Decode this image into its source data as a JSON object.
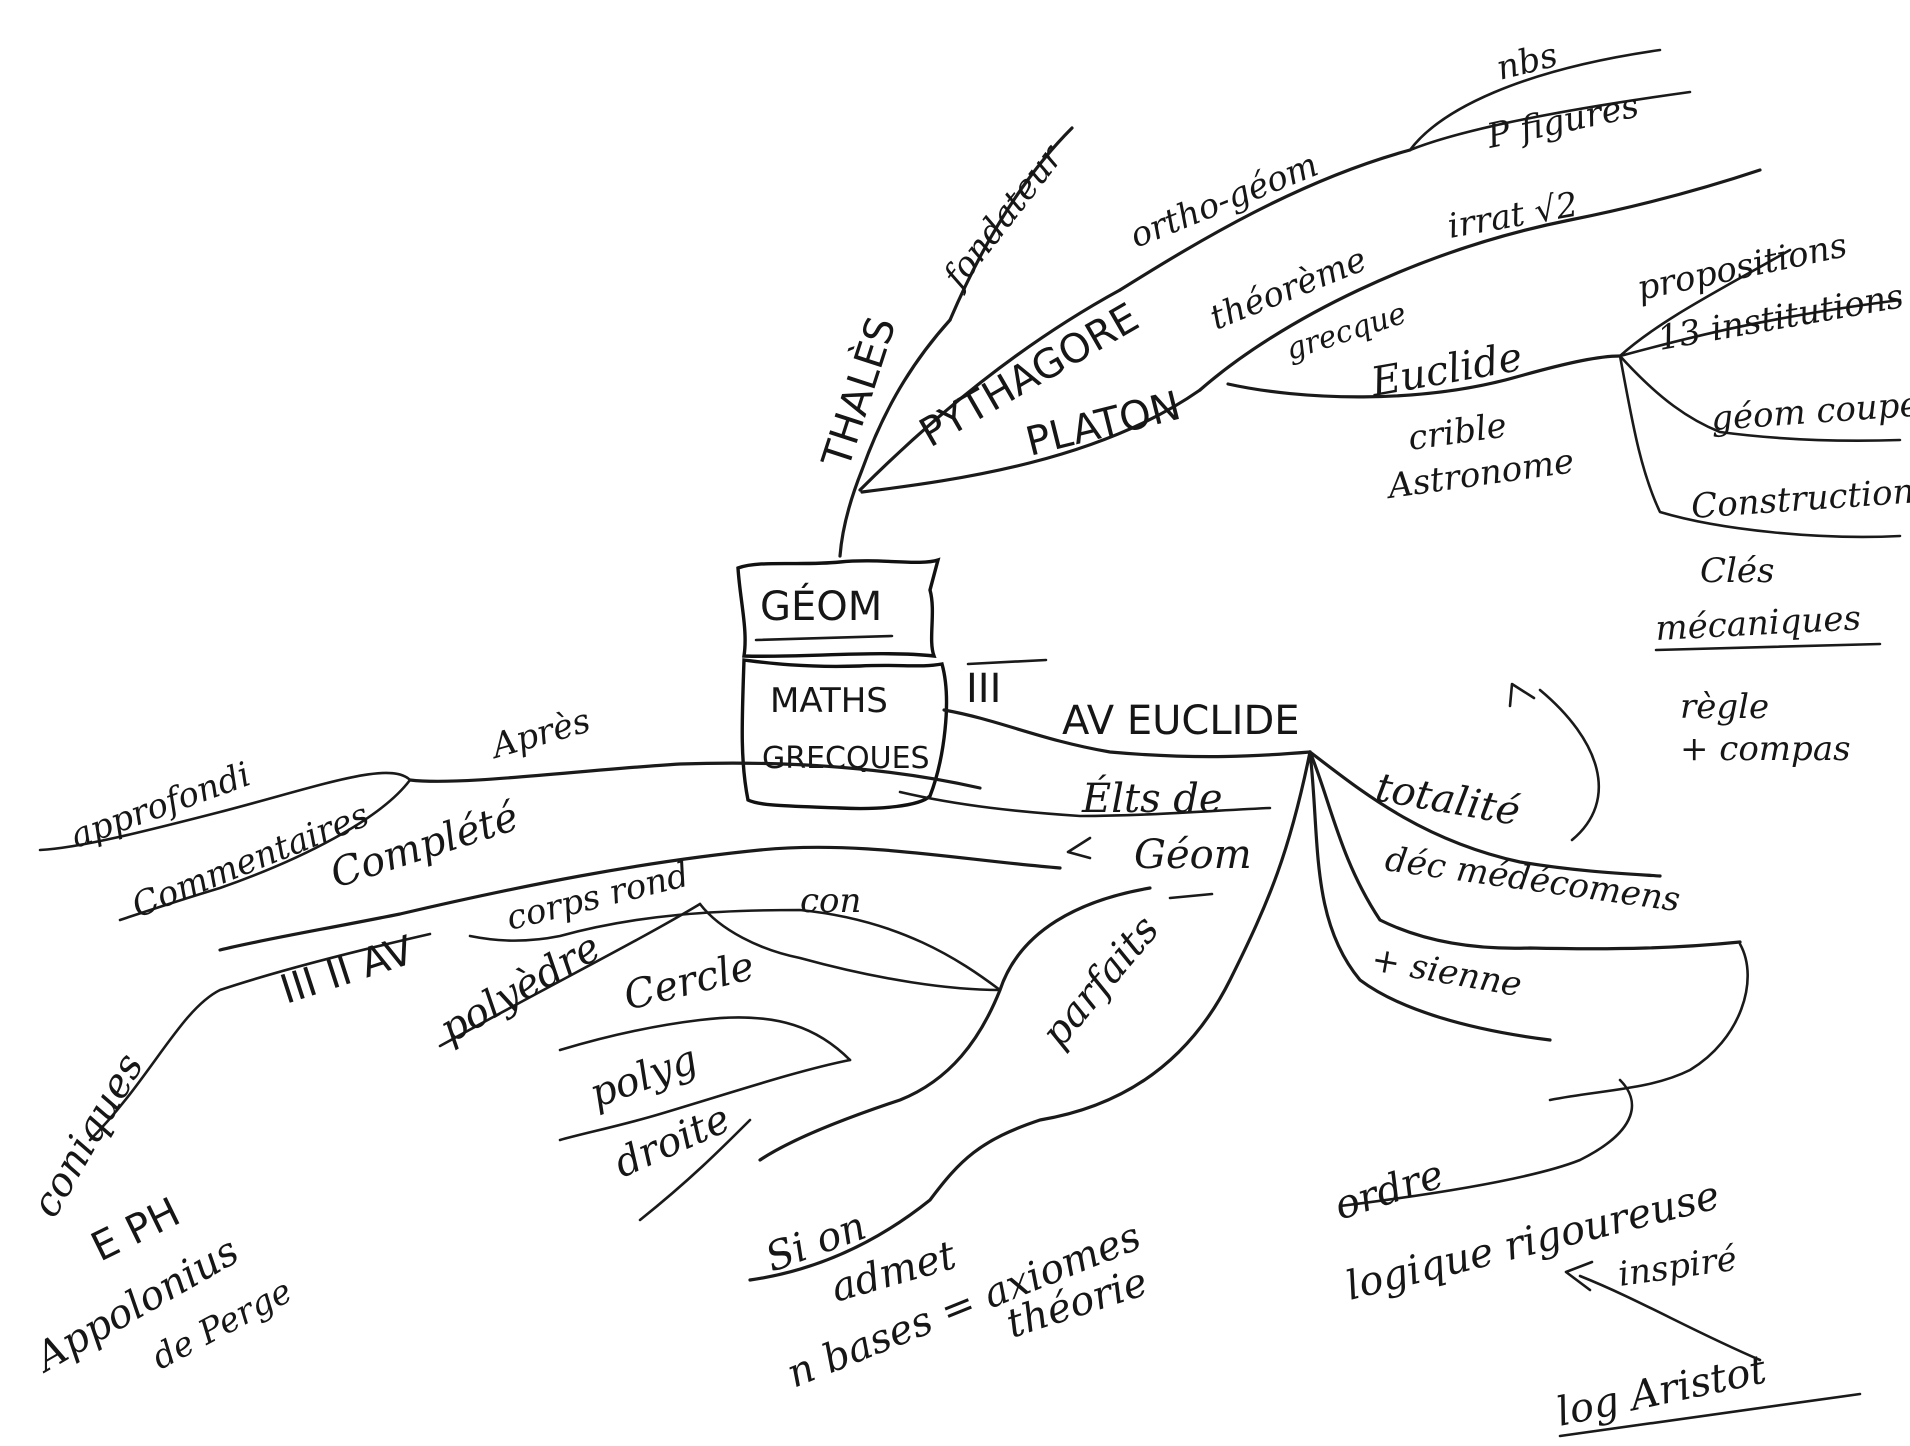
{
  "center": {
    "top": "GÉOM",
    "bottom_1": "MATHS",
    "bottom_2": "GRECQUES"
  },
  "upper": {
    "thales": "THALÈS",
    "fondateur": "fondateur",
    "pythagore": "PYTHAGORE",
    "ortho_geom": "ortho-géom",
    "nbs": "nbs",
    "figures": "P figures",
    "platon": "PLATON",
    "theoreme": "théorème",
    "irrat": "irrat √2",
    "grecque": "grecque",
    "euclide_upper": "Euclide",
    "crible": "crible",
    "astronome": "Astronome",
    "propositions": "propositions",
    "institutions": "13 institutions",
    "geom_coupes": "géom coupes",
    "constructions": "Constructions",
    "clefs": "Clés",
    "mecaniques": "mécaniques",
    "regle": "règle",
    "compas": "+ compas"
  },
  "euclide": {
    "siecle": "III",
    "av_euclide": "AV EUCLIDE",
    "elts": "Élts de",
    "geom": "Géom",
    "totalite": "totalité",
    "doc": "déc médécomens",
    "sienne": "+ sienne",
    "ordre": "ordre",
    "logique": "logique rigoureuse",
    "inspire": "inspiré",
    "log_aristot": "log Aristot"
  },
  "lower": {
    "apres": "Après",
    "approfondi": "approfondi",
    "commentaires": "Commentaires",
    "complete": "Complété",
    "siecle_2": "III II AV",
    "coniques": "coniques",
    "eph": "E PH",
    "appolonius": "Appolonius",
    "perge": "de Perge",
    "corps_rond": "corps rond",
    "polyedre": "polyèdre",
    "cercle": "Cercle",
    "polygone": "polyg",
    "droite": "droite",
    "con": "con",
    "parfaits": "parfaits",
    "si_on": "Si on",
    "admet": "admet",
    "n_bases": "n bases = axiomes",
    "theorie": "théorie"
  }
}
